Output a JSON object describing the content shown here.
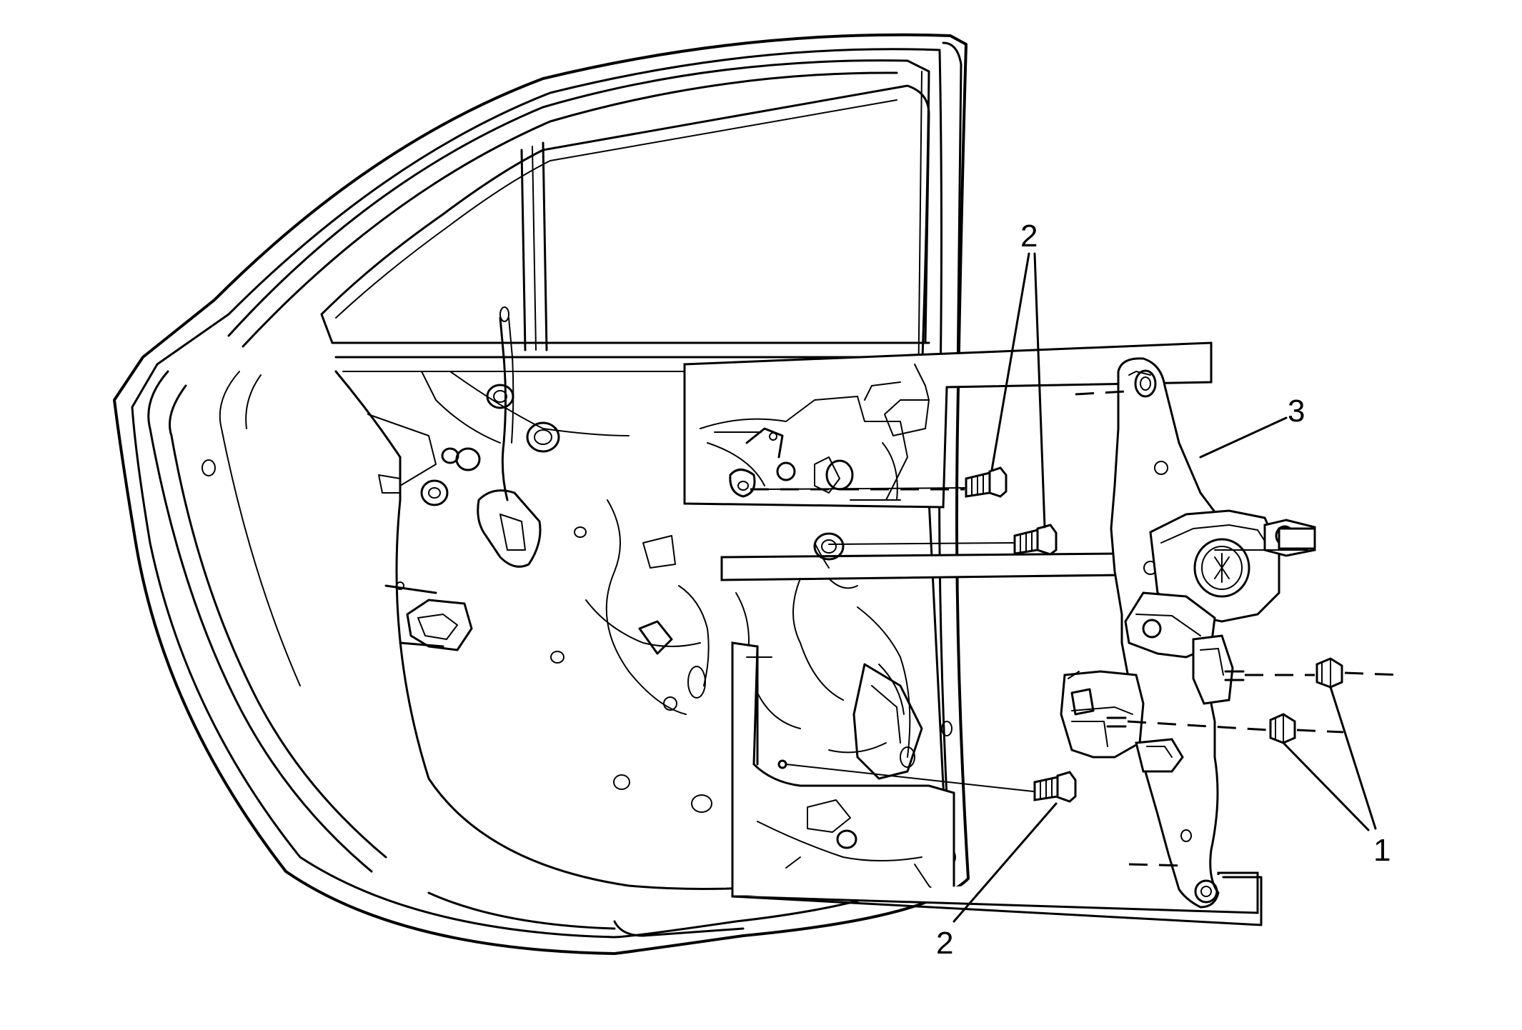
{
  "callouts": {
    "nut": "1",
    "bolt_top": "2",
    "bolt_bottom": "2",
    "regulator": "3"
  }
}
